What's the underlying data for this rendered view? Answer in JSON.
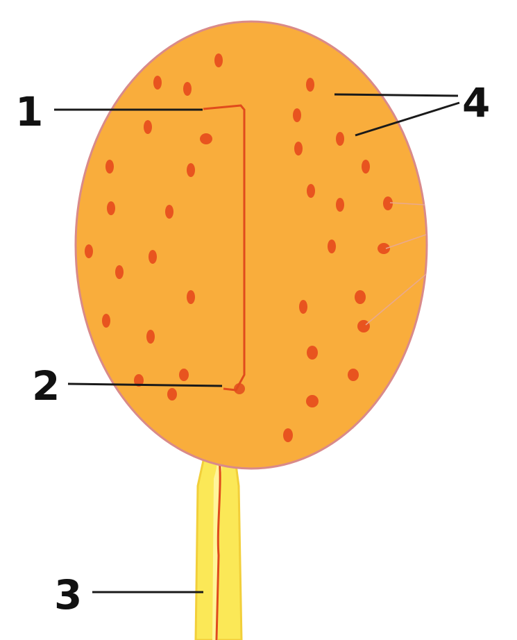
{
  "diagram": {
    "labels": [
      {
        "id": "1",
        "text": "1"
      },
      {
        "id": "2",
        "text": "2"
      },
      {
        "id": "3",
        "text": "3"
      },
      {
        "id": "4",
        "text": "4"
      }
    ]
  },
  "colors": {
    "body_fill": "#f9ad3c",
    "body_outline": "#d98a8a",
    "dots": "#e8541f",
    "vessel": "#e04b1c",
    "stalk": "#fbe857",
    "stalk_edge": "#f2cf3a",
    "leader_lines": "#1a1a1a"
  }
}
